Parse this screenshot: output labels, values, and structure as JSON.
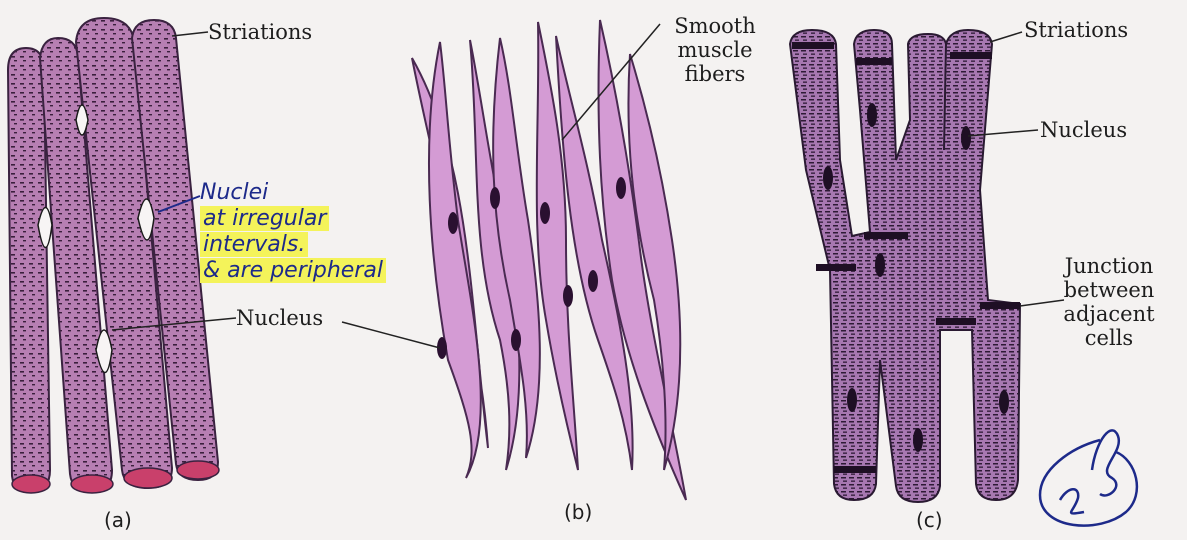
{
  "panel_a": {
    "caption": "(a)",
    "label_striations": "Striations",
    "label_nucleus": "Nucleus"
  },
  "panel_b": {
    "caption": "(b)",
    "label_smooth_line1": "Smooth",
    "label_smooth_line2": "muscle",
    "label_smooth_line3": "fibers"
  },
  "panel_c": {
    "caption": "(c)",
    "label_striations": "Striations",
    "label_nucleus": "Nucleus",
    "label_junction_line1": "Junction",
    "label_junction_line2": "between",
    "label_junction_line3": "adjacent",
    "label_junction_line4": "cells"
  },
  "handwritten_note": {
    "line1": "Nuclei",
    "line2": "at irregular",
    "line3": "intervals.",
    "line4": "& are peripheral",
    "ink_color": "#1d2a8a",
    "highlight_color": "#f4f35a"
  },
  "colors": {
    "muscle_fill": "#b77fb3",
    "muscle_dark": "#6c3c6e",
    "smooth_fill": "#d49bd4",
    "cap_red": "#c9406b"
  }
}
